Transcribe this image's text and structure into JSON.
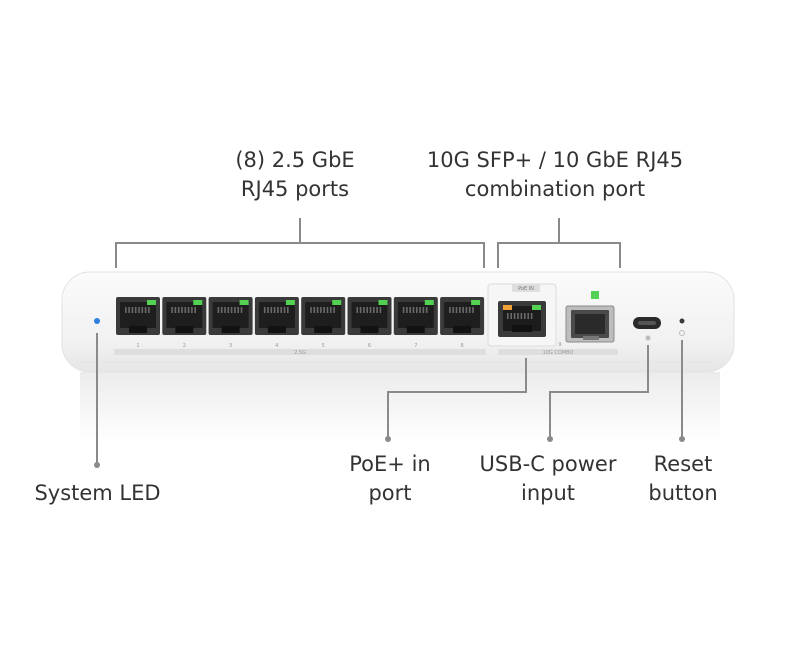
{
  "callouts": {
    "ports": {
      "line1": "(8) 2.5 GbE",
      "line2": "RJ45 ports"
    },
    "combo": {
      "line1": "10G SFP+ / 10 GbE RJ45",
      "line2": "combination port"
    },
    "system_led": {
      "line1": "System LED"
    },
    "poe_in": {
      "line1": "PoE+ in",
      "line2": "port"
    },
    "usbc": {
      "line1": "USB-C power",
      "line2": "input"
    },
    "reset": {
      "line1": "Reset",
      "line2": "button"
    }
  },
  "device": {
    "port_numbers": [
      "1",
      "2",
      "3",
      "4",
      "5",
      "6",
      "7",
      "8"
    ],
    "group_label": "2.5G",
    "poe_tag": "PoE IN",
    "combo_number": "9",
    "combo_label": "10G COMBO"
  },
  "colors": {
    "led_blue": "#2f7fe0",
    "link_green": "#52d152",
    "poe_amber": "#f0a23a",
    "leader_gray": "#8a8a8a"
  }
}
